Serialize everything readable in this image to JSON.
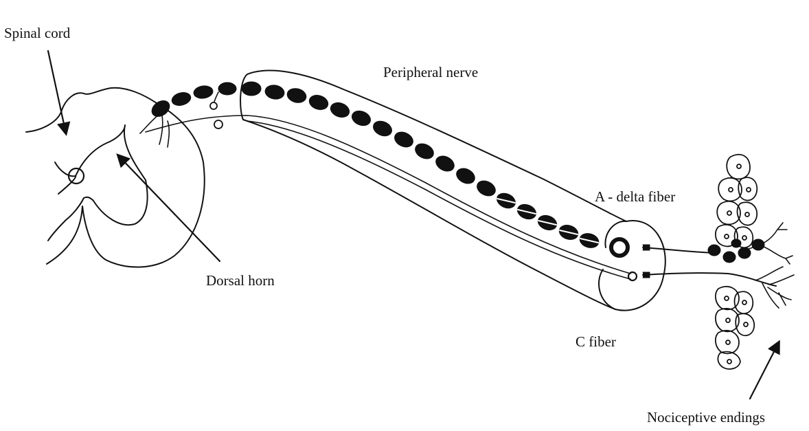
{
  "labels": {
    "spinal_cord": "Spinal cord",
    "peripheral_nerve": "Peripheral nerve",
    "a_delta_fiber": "A - delta fiber",
    "dorsal_horn": "Dorsal horn",
    "c_fiber": "C fiber",
    "nociceptive_endings": "Nociceptive endings"
  },
  "colors": {
    "ink": "#111111",
    "background": "#ffffff"
  }
}
